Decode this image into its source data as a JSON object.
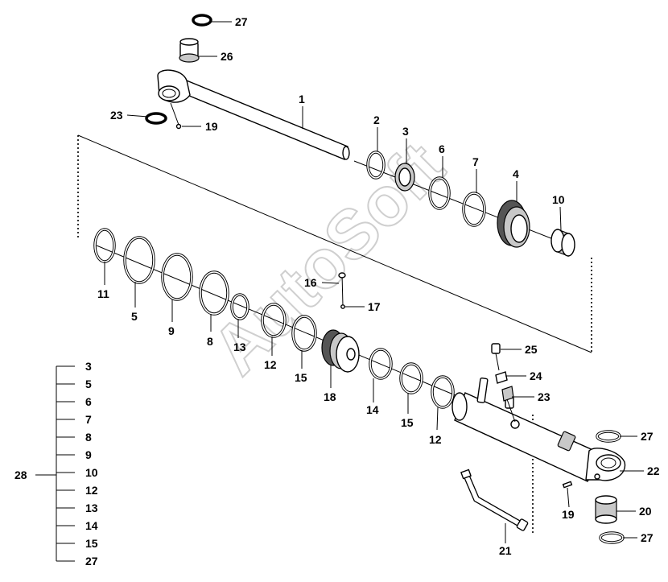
{
  "watermark": "AutoSoft",
  "callouts": {
    "c1": "1",
    "c2": "2",
    "c3": "3",
    "c4": "4",
    "c6": "6",
    "c7": "7",
    "c10": "10",
    "c11": "11",
    "c5": "5",
    "c9": "9",
    "c8": "8",
    "c13": "13",
    "c12a": "12",
    "c15a": "15",
    "c16": "16",
    "c17": "17",
    "c18": "18",
    "c14": "14",
    "c15b": "15",
    "c12b": "12",
    "c19a": "19",
    "c23a": "23",
    "c26": "26",
    "c27a": "27",
    "c25": "25",
    "c24": "24",
    "c23b": "23",
    "c27b": "27",
    "c22": "22",
    "c20": "20",
    "c27c": "27",
    "c19b": "19",
    "c21": "21"
  },
  "kit": {
    "parent": "28",
    "items": [
      "3",
      "5",
      "6",
      "7",
      "8",
      "9",
      "10",
      "12",
      "13",
      "14",
      "15",
      "27"
    ]
  }
}
